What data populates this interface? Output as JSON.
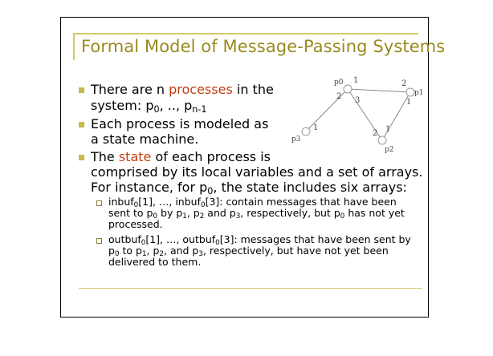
{
  "slide": {
    "title": "Formal Model of Message-Passing Systems",
    "bullets": [
      {
        "a": "There are n ",
        "b": "processes",
        "c": " in the",
        "line2": "system: p",
        "line2_sub0": "0",
        "line2_mid": ", .., p",
        "line2_sub1": "n-1"
      },
      {
        "line1": "Each process is modeled as",
        "line2": "a state machine."
      },
      {
        "a": "The ",
        "b": "state",
        "c": " of each process is",
        "line2": "comprised by its local variables and a set of arrays.",
        "line3a": "For instance, for p",
        "line3_sub": "0",
        "line3b": ", the state includes six arrays:"
      }
    ],
    "subbullets": [
      {
        "l1a": "inbuf",
        "l1s": "0",
        "l1b": "[1], …, inbuf",
        "l1s2": "0",
        "l1c": "[3]: contain messages that have been",
        "l2a": "sent to p",
        "l2s": "0",
        "l2b": " by p",
        "l2s2": "1",
        "l2c": ", p",
        "l2s3": "2",
        "l2d": " and p",
        "l2s4": "3",
        "l2e": ", respectively, but p",
        "l2s5": "0",
        "l2f": " has not yet",
        "l3": "processed."
      },
      {
        "l1a": "outbuf",
        "l1s": "0",
        "l1b": "[1], …, outbuf",
        "l1s2": "0",
        "l1c": "[3]: messages that have been sent by",
        "l2a": "p",
        "l2s": "0",
        "l2b": " to p",
        "l2s2": "1",
        "l2c": ", p",
        "l2s3": "2",
        "l2d": ", and p",
        "l2s4": "3",
        "l2e": ", respectively, but have not yet been",
        "l3": "delivered to them."
      }
    ],
    "graph": {
      "nodes": {
        "p0": "p0",
        "p1": "p1",
        "p2": "p2",
        "p3": "p3"
      },
      "ports": {
        "p0_1": "1",
        "p0_2": "2",
        "p0_3": "3",
        "p1_1": "1",
        "p1_2": "2",
        "p2_1": "1",
        "p2_2": "2",
        "p3_1": "1"
      }
    },
    "colors": {
      "title": "#9a8a1e",
      "accent_line": "#d6c86a",
      "highlight": "#c43c12",
      "bullet": "#c8b94c"
    }
  }
}
